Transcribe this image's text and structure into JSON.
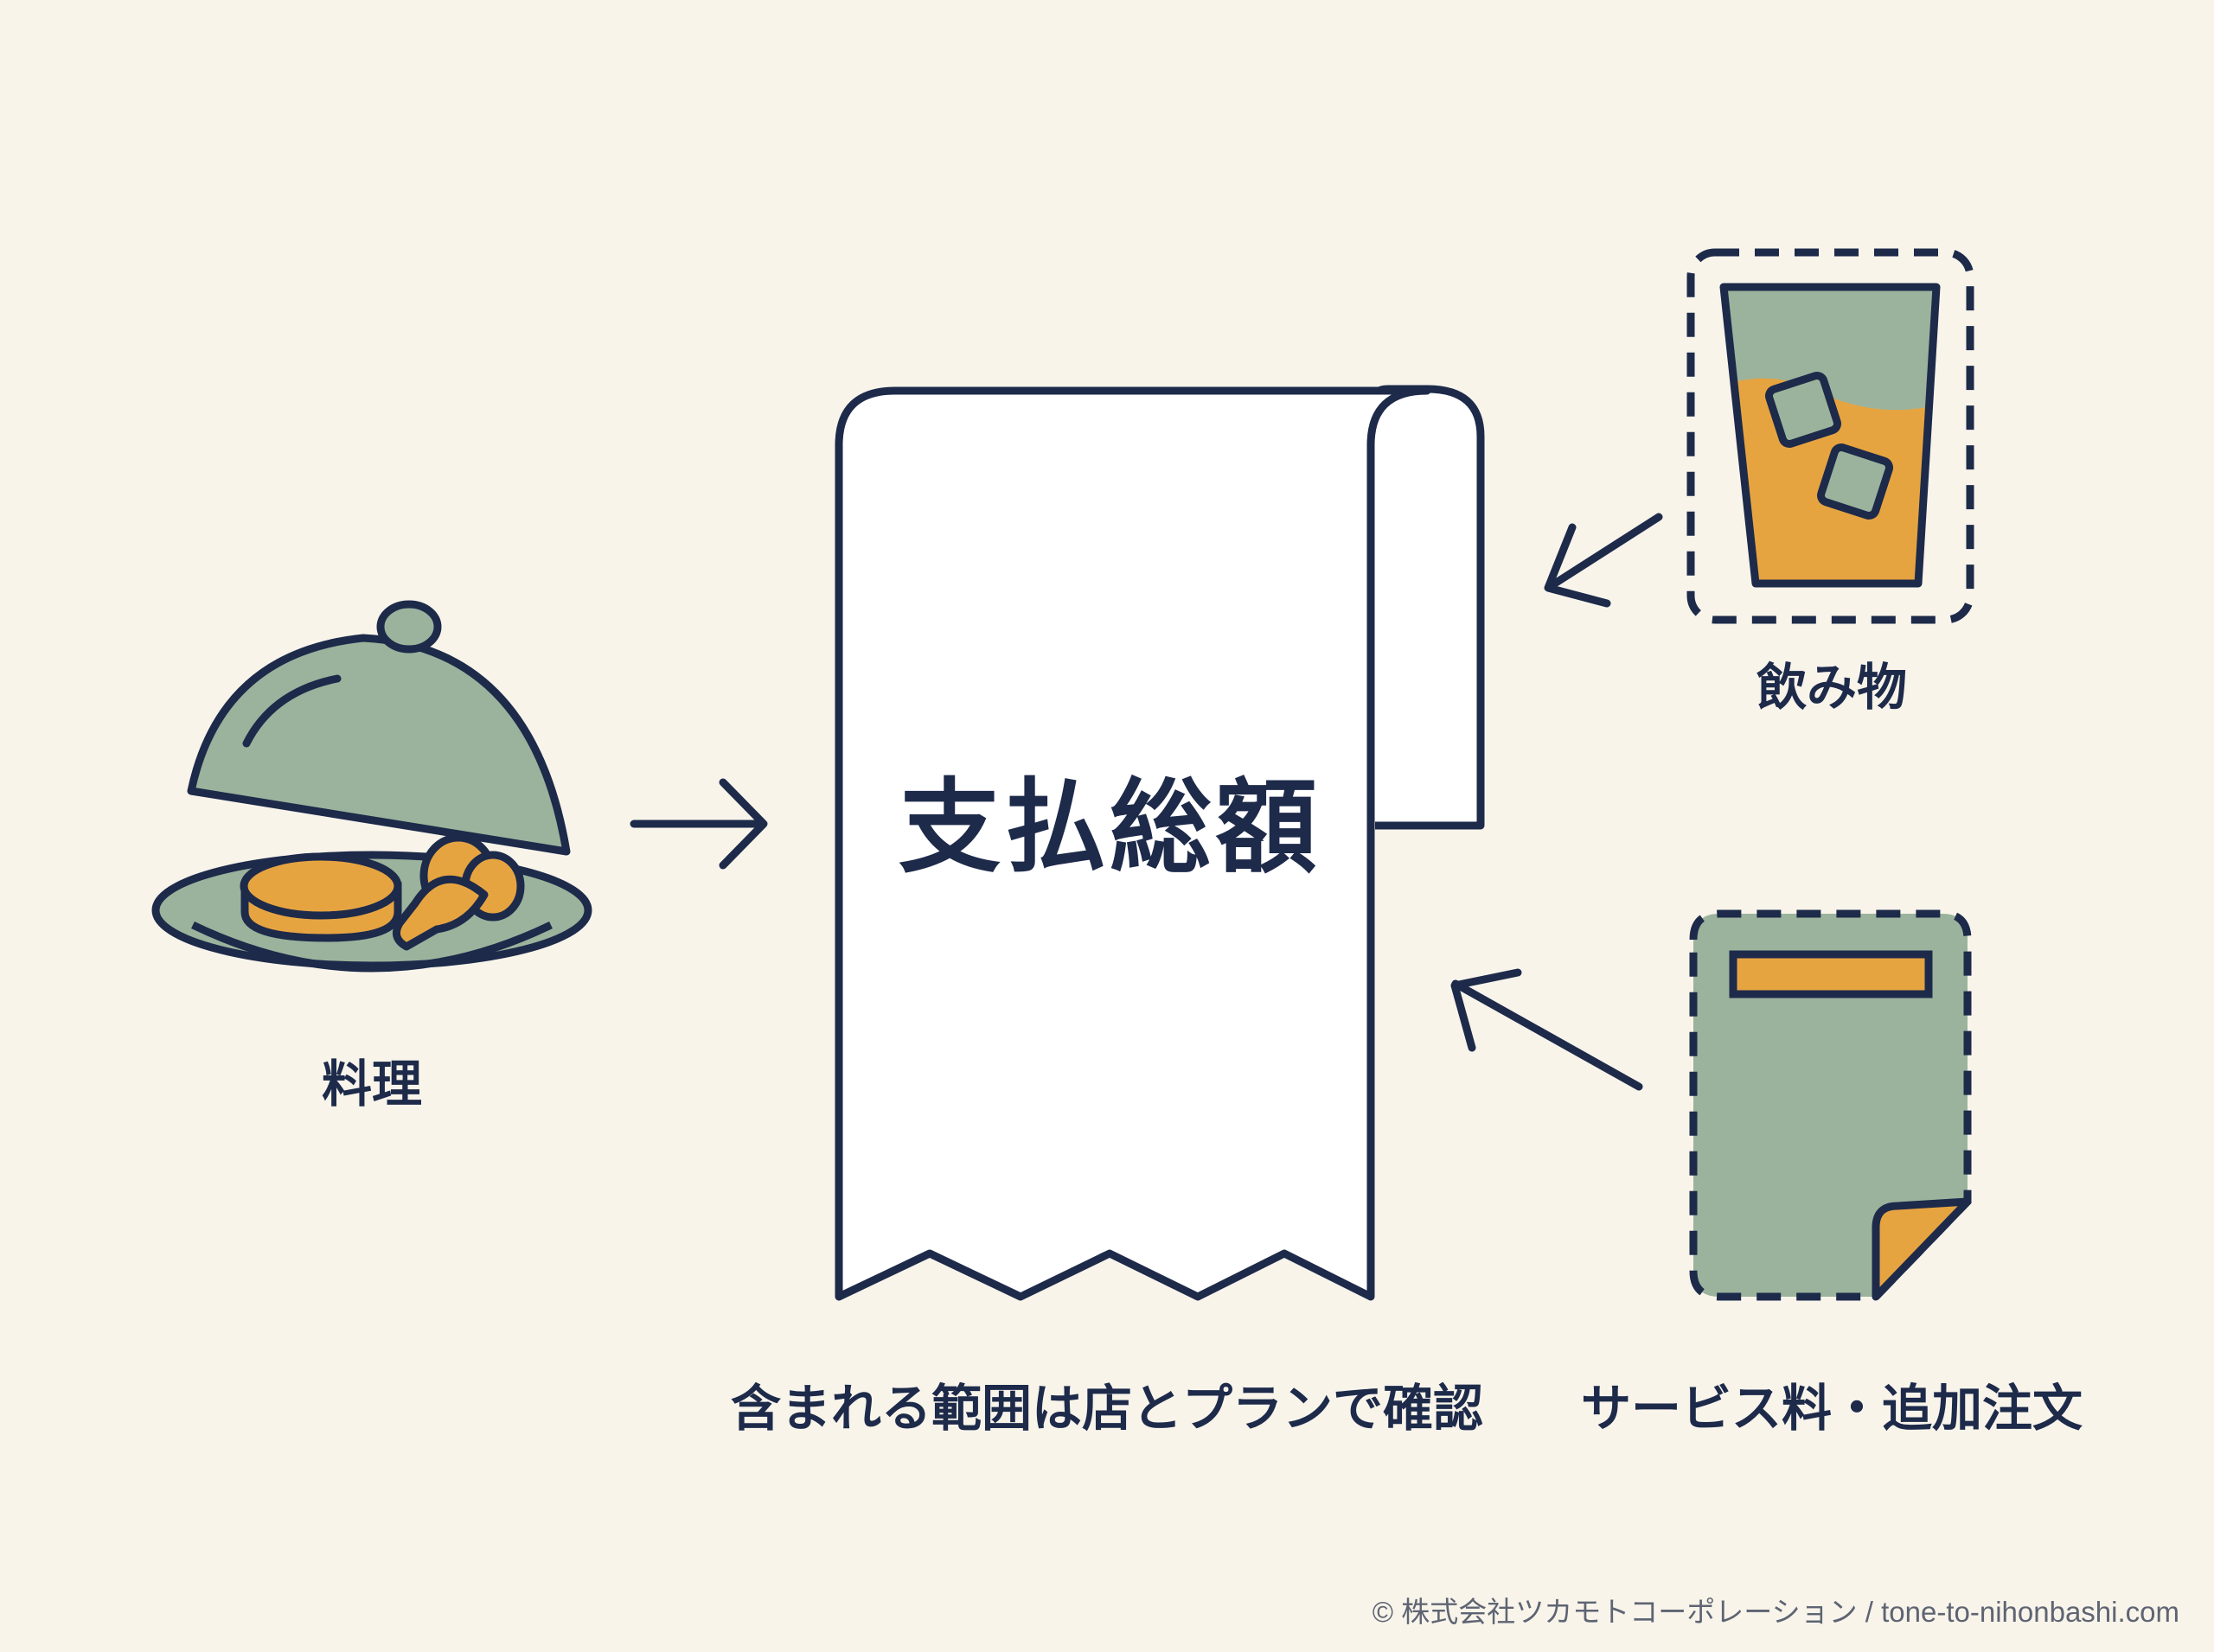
{
  "labels": {
    "total": "支払総額",
    "food": "料理",
    "drinks": "飲み物",
    "note": "含まれる範囲は店とプランで確認",
    "service": "サービス料・追加注文"
  },
  "footer": {
    "copyright": "© 株式会社ツカモトコーポレーション / tone-to-nihonbashi.com"
  },
  "icons": {
    "receipt": "receipt-icon",
    "food": "cloche-dish-icon",
    "drinks": "iced-drink-glass-icon",
    "service": "document-icon"
  },
  "colors": {
    "background": "#f8f4ea",
    "outline": "#1d2a4a",
    "sage": "#9bb39c",
    "amber": "#e6a441",
    "paper": "#ffffff"
  }
}
